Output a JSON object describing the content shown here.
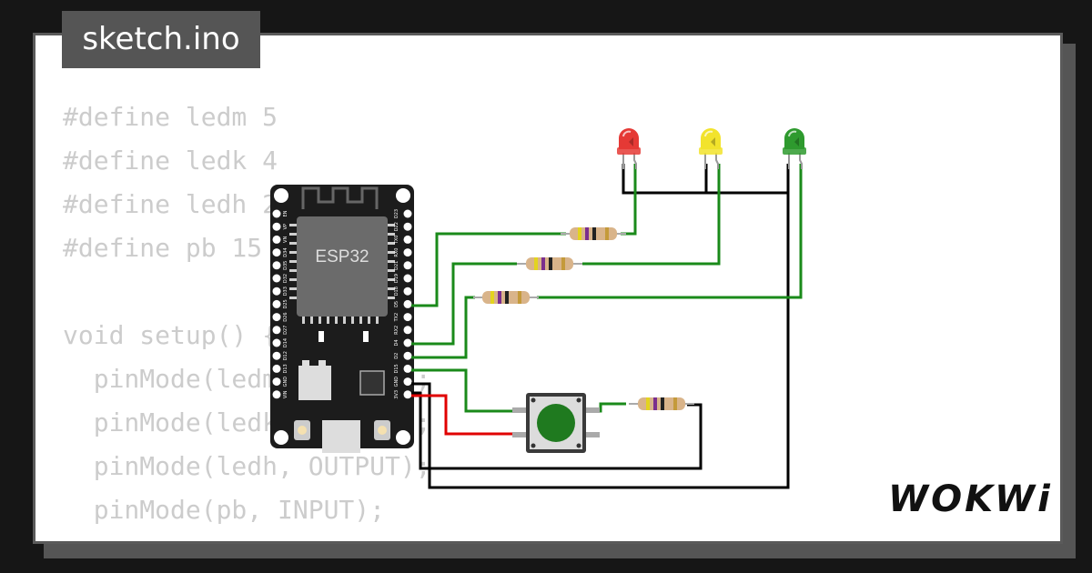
{
  "file_tab": {
    "label": "sketch.ino"
  },
  "code_lines": [
    "#define ledm 5",
    "#define ledk 4",
    "#define ledh 2",
    "#define pb 15",
    "",
    "void setup() {",
    "  pinMode(ledm, OUTPUT);",
    "  pinMode(ledk, OUTPUT);",
    "  pinMode(ledh, OUTPUT);",
    "  pinMode(pb, INPUT);",
    "}"
  ],
  "board": {
    "label": "ESP32",
    "left_pins": [
      "EN",
      "VP",
      "VN",
      "D34",
      "D35",
      "D32",
      "D33",
      "D25",
      "D26",
      "D27",
      "D14",
      "D12",
      "D13",
      "GND",
      "VIN"
    ],
    "right_pins": [
      "D23",
      "D22",
      "TX0",
      "RX0",
      "D21",
      "D19",
      "D18",
      "D5",
      "TX2",
      "RX2",
      "D4",
      "D2",
      "D15",
      "GND",
      "3V3"
    ]
  },
  "leds": [
    {
      "color": "#e53935",
      "name": "red"
    },
    {
      "color": "#f2e32c",
      "name": "yellow"
    },
    {
      "color": "#2e9a2e",
      "name": "green"
    }
  ],
  "button": {
    "color": "#1f7a1f"
  },
  "wire_colors": {
    "signal": "#1a8a1a",
    "ground": "#000000",
    "power": "#e00000"
  },
  "logo": {
    "text": "WOKWi"
  }
}
